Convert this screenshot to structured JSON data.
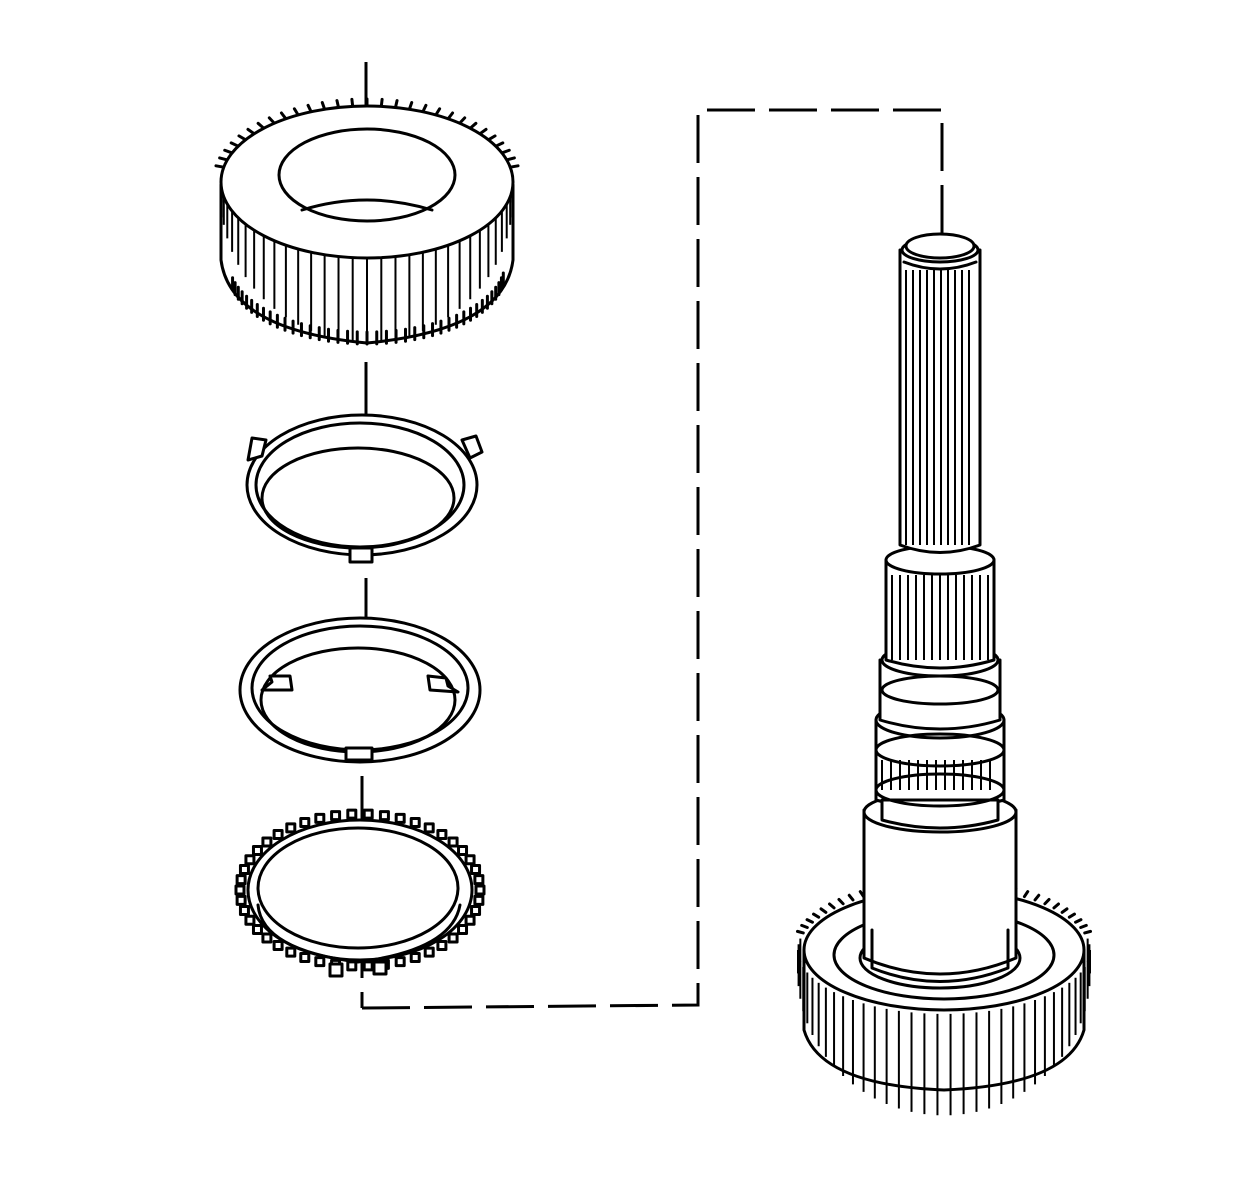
{
  "diagram": {
    "kind": "exploded-assembly",
    "line_color": "#000000",
    "background": "#ffffff",
    "components": [
      {
        "id": "gear-top",
        "icon": "spur-gear-icon"
      },
      {
        "id": "synchro-outer-cone",
        "icon": "tabbed-ring-icon"
      },
      {
        "id": "synchro-middle-cone",
        "icon": "notched-ring-icon"
      },
      {
        "id": "synchro-inner-ring",
        "icon": "toothed-ring-icon"
      },
      {
        "id": "mainshaft-assembly",
        "icon": "splined-shaft-with-gear-icon"
      }
    ]
  }
}
